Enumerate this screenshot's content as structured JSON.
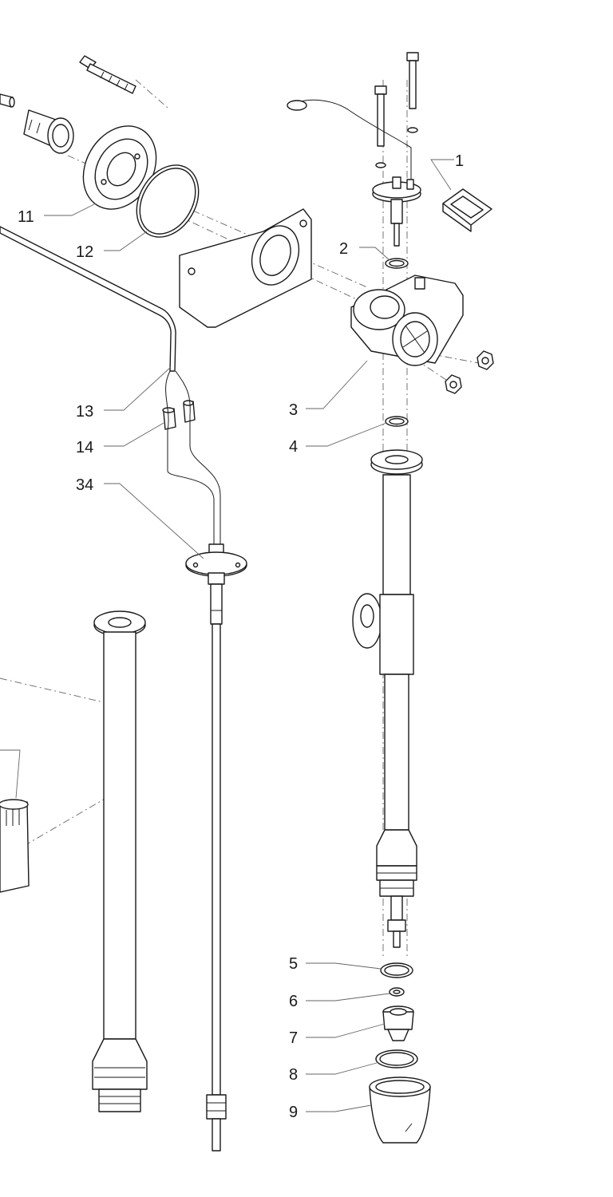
{
  "callouts": {
    "c1": "1",
    "c2": "2",
    "c3": "3",
    "c4": "4",
    "c5": "5",
    "c6": "6",
    "c7": "7",
    "c8": "8",
    "c9": "9",
    "c11": "11",
    "c12": "12",
    "c13": "13",
    "c14": "14",
    "c34": "34"
  }
}
